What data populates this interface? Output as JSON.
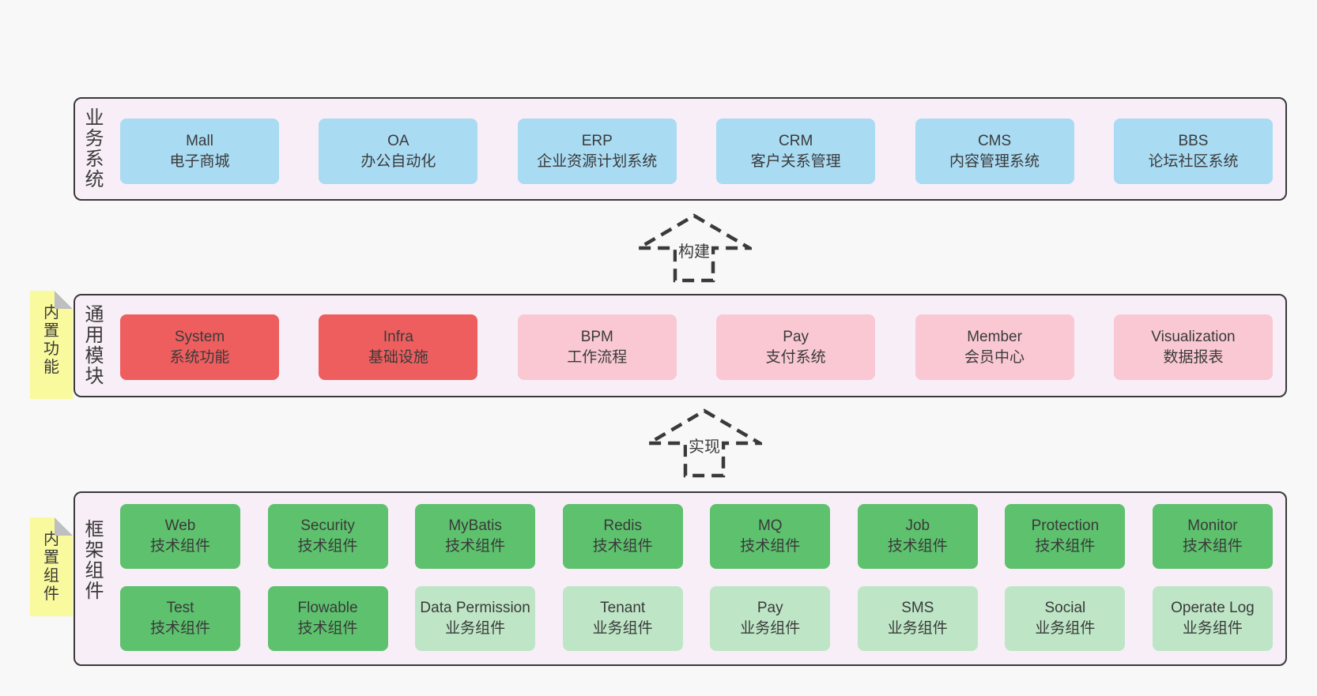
{
  "colors": {
    "page-bg": "#f8f8f8",
    "panel-bg": "#f8eef7",
    "panel-border": "#3a3a3a",
    "box-blue": "#a9dbf3",
    "box-red": "#ef5e5e",
    "box-pink": "#f9c8d3",
    "box-green": "#5dc16d",
    "box-green-light": "#bee6c6",
    "note-yellow": "#f9f99d",
    "note-fold": "#bdbfc1",
    "text": "#3a3a3a",
    "arrow": "#3a3a3a"
  },
  "arrows": [
    {
      "label": "构建"
    },
    {
      "label": "实现"
    }
  ],
  "sections": [
    {
      "id": "business-systems",
      "label": "业务系统",
      "rows": [
        [
          {
            "title": "Mall",
            "subtitle": "电子商城"
          },
          {
            "title": "OA",
            "subtitle": "办公自动化"
          },
          {
            "title": "ERP",
            "subtitle": "企业资源计划系统"
          },
          {
            "title": "CRM",
            "subtitle": "客户关系管理"
          },
          {
            "title": "CMS",
            "subtitle": "内容管理系统"
          },
          {
            "title": "BBS",
            "subtitle": "论坛社区系统"
          }
        ]
      ]
    },
    {
      "id": "common-modules",
      "label": "通用模块",
      "note": "内置功能",
      "rows": [
        [
          {
            "title": "System",
            "subtitle": "系统功能"
          },
          {
            "title": "Infra",
            "subtitle": "基础设施"
          },
          {
            "title": "BPM",
            "subtitle": "工作流程"
          },
          {
            "title": "Pay",
            "subtitle": "支付系统"
          },
          {
            "title": "Member",
            "subtitle": "会员中心"
          },
          {
            "title": "Visualization",
            "subtitle": "数据报表"
          }
        ]
      ]
    },
    {
      "id": "framework-components",
      "label": "框架组件",
      "note": "内置组件",
      "rows": [
        [
          {
            "title": "Web",
            "subtitle": "技术组件"
          },
          {
            "title": "Security",
            "subtitle": "技术组件"
          },
          {
            "title": "MyBatis",
            "subtitle": "技术组件"
          },
          {
            "title": "Redis",
            "subtitle": "技术组件"
          },
          {
            "title": "MQ",
            "subtitle": "技术组件"
          },
          {
            "title": "Job",
            "subtitle": "技术组件"
          },
          {
            "title": "Protection",
            "subtitle": "技术组件"
          },
          {
            "title": "Monitor",
            "subtitle": "技术组件"
          }
        ],
        [
          {
            "title": "Test",
            "subtitle": "技术组件"
          },
          {
            "title": "Flowable",
            "subtitle": "技术组件"
          },
          {
            "title": "Data Permission",
            "subtitle": "业务组件"
          },
          {
            "title": "Tenant",
            "subtitle": "业务组件"
          },
          {
            "title": "Pay",
            "subtitle": "业务组件"
          },
          {
            "title": "SMS",
            "subtitle": "业务组件"
          },
          {
            "title": "Social",
            "subtitle": "业务组件"
          },
          {
            "title": "Operate Log",
            "subtitle": "业务组件"
          }
        ]
      ]
    }
  ]
}
